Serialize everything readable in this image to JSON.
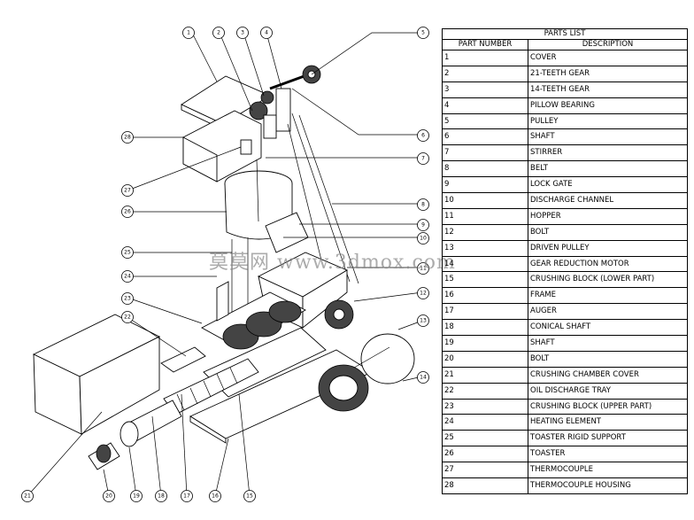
{
  "parts_list": {
    "title": "PARTS LIST",
    "col_number": "PART NUMBER",
    "col_description": "DESCRIPTION",
    "rows": [
      {
        "n": "1",
        "d": "COVER"
      },
      {
        "n": "2",
        "d": "21-TEETH GEAR"
      },
      {
        "n": "3",
        "d": "14-TEETH GEAR"
      },
      {
        "n": "4",
        "d": "PILLOW BEARING"
      },
      {
        "n": "5",
        "d": "PULLEY"
      },
      {
        "n": "6",
        "d": "SHAFT"
      },
      {
        "n": "7",
        "d": "STIRRER"
      },
      {
        "n": "8",
        "d": "BELT"
      },
      {
        "n": "9",
        "d": "LOCK GATE"
      },
      {
        "n": "10",
        "d": "DISCHARGE CHANNEL"
      },
      {
        "n": "11",
        "d": "HOPPER"
      },
      {
        "n": "12",
        "d": "BOLT"
      },
      {
        "n": "13",
        "d": "DRIVEN PULLEY"
      },
      {
        "n": "14",
        "d": "GEAR REDUCTION MOTOR"
      },
      {
        "n": "15",
        "d": "CRUSHING BLOCK (LOWER PART)"
      },
      {
        "n": "16",
        "d": "FRAME"
      },
      {
        "n": "17",
        "d": "AUGER"
      },
      {
        "n": "18",
        "d": "CONICAL SHAFT"
      },
      {
        "n": "19",
        "d": "SHAFT"
      },
      {
        "n": "20",
        "d": "BOLT"
      },
      {
        "n": "21",
        "d": "CRUSHING CHAMBER COVER"
      },
      {
        "n": "22",
        "d": "OIL DISCHARGE TRAY"
      },
      {
        "n": "23",
        "d": "CRUSHING BLOCK (UPPER PART)"
      },
      {
        "n": "24",
        "d": "HEATING ELEMENT"
      },
      {
        "n": "25",
        "d": "TOASTER RIGID SUPPORT"
      },
      {
        "n": "26",
        "d": "TOASTER"
      },
      {
        "n": "27",
        "d": "THERMOCOUPLE"
      },
      {
        "n": "28",
        "d": "THERMOCOUPLE HOUSING"
      }
    ]
  },
  "callouts": [
    "1",
    "2",
    "3",
    "4",
    "5",
    "6",
    "7",
    "8",
    "9",
    "10",
    "11",
    "12",
    "13",
    "14",
    "15",
    "16",
    "17",
    "18",
    "19",
    "20",
    "21",
    "22",
    "23",
    "24",
    "25",
    "26",
    "27",
    "28"
  ],
  "watermark": "莫莫网 www.3dmox.com"
}
